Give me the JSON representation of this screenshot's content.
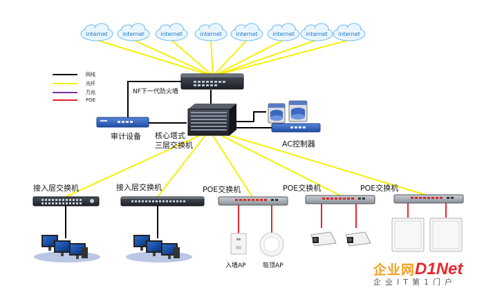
{
  "clouds": [
    "internet",
    "internet",
    "internet",
    "internet",
    "internet",
    "internet",
    "internet",
    "internet"
  ],
  "legend": [
    {
      "label": "网线",
      "color": "#000000"
    },
    {
      "label": "光纤",
      "color": "#f5f005"
    },
    {
      "label": "万兆",
      "color": "#7a2fa0"
    },
    {
      "label": "POE",
      "color": "#e8242a"
    }
  ],
  "labels": {
    "firewall": "NF下一代防火墙",
    "audit": "审计设备",
    "core_line1": "核心塔式",
    "core_line2": "三层交换机",
    "ac": "AC控制器",
    "access1": "接入层交换机",
    "access2": "接入层交换机",
    "poe1": "POE交换机",
    "poe2": "POE交换机",
    "poe3": "POE交换机",
    "ap_wall": "入墙AP",
    "ap_ceiling": "吸顶AP"
  },
  "watermark": {
    "part1": "企业网",
    "part2": "D1Net",
    "sub": "企业IT第1门户"
  },
  "colors": {
    "fiber": "#f5f005",
    "cable": "#000000",
    "poe": "#e8242a",
    "tenG": "#7a2fa0",
    "device": "#2b2f38"
  }
}
